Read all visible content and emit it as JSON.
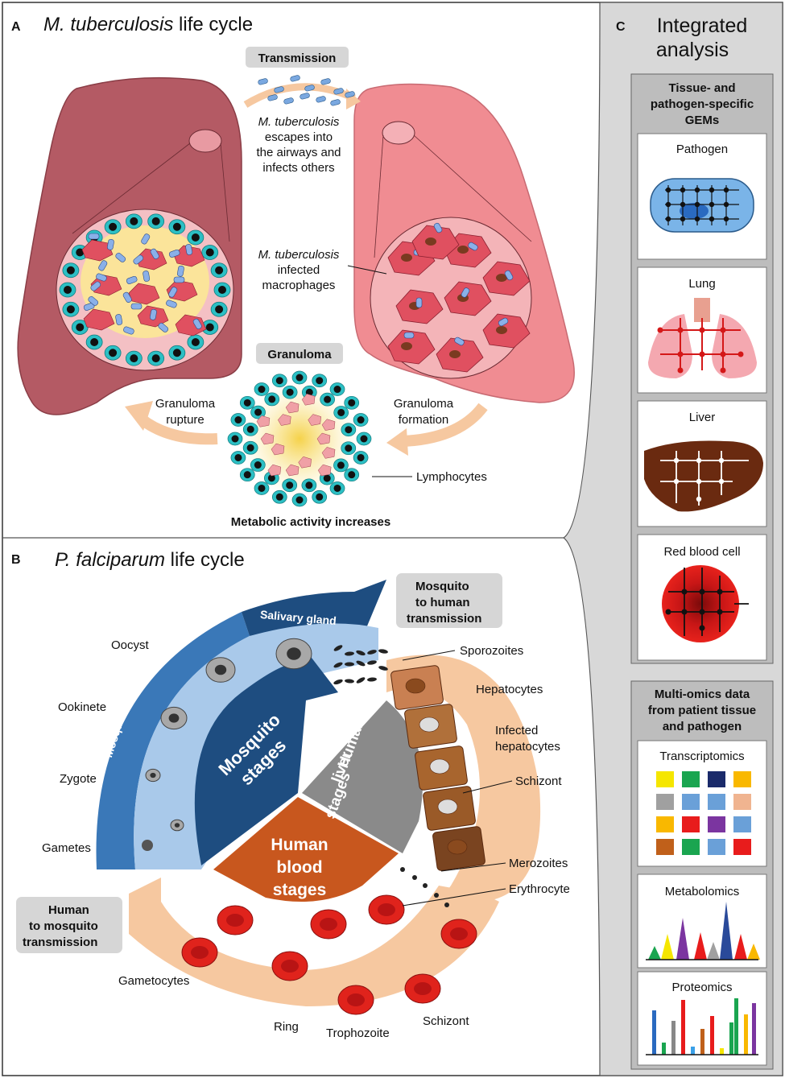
{
  "panel_a": {
    "letter": "A",
    "title_species": "M. tuberculosis",
    "title_rest": " life cycle",
    "transmission_label": "Transmission",
    "escape_line1": "M. tuberculosis",
    "escape_line2": "escapes into",
    "escape_line3": "the airways and",
    "escape_line4": "infects others",
    "infected_line1": "M. tuberculosis",
    "infected_line2": "infected",
    "infected_line3": "macrophages",
    "granuloma_label": "Granuloma",
    "rupture_line1": "Granuloma",
    "rupture_line2": "rupture",
    "formation_line1": "Granuloma",
    "formation_line2": "formation",
    "lymphocytes": "Lymphocytes",
    "metabolic": "Metabolic activity increases"
  },
  "panel_b": {
    "letter": "B",
    "title_species": "P. falciparum",
    "title_rest": " life cycle",
    "salivary_gland": "Salivary gland",
    "mosquito_gut": "Mosquito gut",
    "mosquito_stages_1": "Mosquito",
    "mosquito_stages_2": "stages",
    "liver_stages_1": "Human",
    "liver_stages_2": "liver",
    "liver_stages_3": "stages",
    "blood_stages_1": "Human",
    "blood_stages_2": "blood",
    "blood_stages_3": "stages",
    "m2h_1": "Mosquito",
    "m2h_2": "to human",
    "m2h_3": "transmission",
    "h2m_1": "Human",
    "h2m_2": "to mosquito",
    "h2m_3": "transmission",
    "oocyst": "Oocyst",
    "ookinete": "Ookinete",
    "zygote": "Zygote",
    "gametes": "Gametes",
    "sporozoites": "Sporozoites",
    "hepatocytes": "Hepatocytes",
    "infected_hep_1": "Infected",
    "infected_hep_2": "hepatocytes",
    "schizont_liver": "Schizont",
    "merozoites": "Merozoites",
    "erythrocyte": "Erythrocyte",
    "gametocytes": "Gametocytes",
    "ring": "Ring",
    "trophozoite": "Trophozoite",
    "schizont_blood": "Schizont"
  },
  "panel_c": {
    "letter": "C",
    "title_1": "Integrated",
    "title_2": "analysis",
    "gem_header_1": "Tissue- and",
    "gem_header_2": "pathogen-specific",
    "gem_header_3": "GEMs",
    "pathogen": "Pathogen",
    "lung": "Lung",
    "liver": "Liver",
    "rbc": "Red blood cell",
    "omics_header_1": "Multi-omics data",
    "omics_header_2": "from patient tissue",
    "omics_header_3": "and pathogen",
    "transcriptomics": "Transcriptomics",
    "metabolomics": "Metabolomics",
    "proteomics": "Proteomics"
  },
  "colors": {
    "tb_lung_dark": "#b45a64",
    "tb_lung_light": "#f08c92",
    "mosquito_blue": "#3a78b8",
    "mosquito_light": "#a9c9ea",
    "mosquito_dark": "#1e4d80",
    "liver_grey": "#8a8a8a",
    "blood_orange": "#c8571e",
    "peach": "#f6c8a0",
    "rbc_red": "#e0231c",
    "lymphocyte_teal": "#2cbfc4"
  },
  "transcriptomics_grid": [
    "#f5e600",
    "#1aa550",
    "#1a2a6a",
    "#f9b800",
    "#a0a0a0",
    "#6aa0d8",
    "#6aa0d8",
    "#f0b490",
    "#f9b800",
    "#e81c1c",
    "#7b35a0",
    "#6aa0d8",
    "#c0601a",
    "#1aa550",
    "#6aa0d8",
    "#e81c1c"
  ]
}
